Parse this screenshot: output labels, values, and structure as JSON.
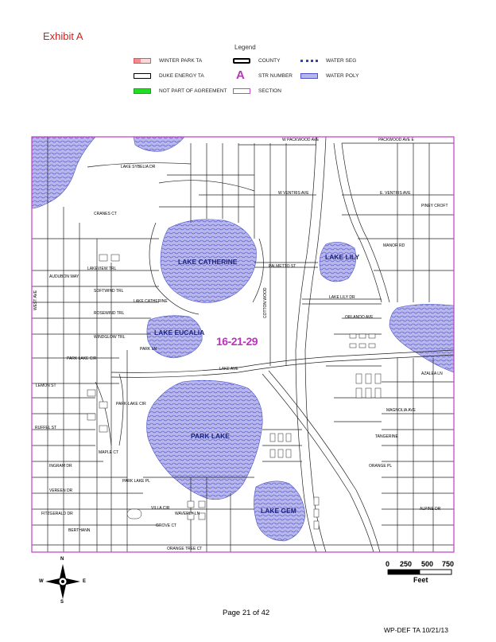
{
  "header": {
    "exhibit_title": "Exhibit A",
    "legend_title": "Legend"
  },
  "legend": {
    "items": [
      {
        "label": "WINTER PARK TA",
        "color": "#f28c8c"
      },
      {
        "label": "DUKE ENERGY TA",
        "color": "#ffffff"
      },
      {
        "label": "NOT PART OF AGREEMENT",
        "color": "#22dd22"
      },
      {
        "label": "COUNTY",
        "color": "#ffffff"
      },
      {
        "label": "STR NUMBER",
        "symbol": "A",
        "color": "#bb33bb"
      },
      {
        "label": "SECTION",
        "color": "#cc44cc"
      },
      {
        "label": "WATER SEG",
        "color": "#3344bb"
      },
      {
        "label": "WATER POLY",
        "color": "#b9b6ec"
      }
    ]
  },
  "map": {
    "colors": {
      "water": "#b9b6ec",
      "water_wave": "#4a55c9",
      "section_border": "#c23cc4",
      "street": "#222222",
      "str_number": "#bb33bb"
    },
    "section_label": "16-21-29",
    "lakes": [
      "LAKE CATHERINE",
      "LAKE EUCALIA",
      "LAKE LILY",
      "PARK LAKE",
      "LAKE GEM"
    ],
    "streets": [
      "PACKWOOD AVE E",
      "W PACKWOOD AVE",
      "LAKE SYBELIA DR",
      "W VENTRIS AVE",
      "E. VENTRIS AVE",
      "PINEY CROFT",
      "CRANES CT",
      "MANOR RD",
      "AUDUBON WAY",
      "LAKEVIEW TRL",
      "SOFTWIND TRL",
      "ROSEWIND TRL",
      "LAKE CATHERINE",
      "PALMETTO ST",
      "LAKE LILY DR",
      "WINDGLOW TRL",
      "PARK LN",
      "ORLANDO AVE",
      "PARK LAKE CIR",
      "LAKE AVE",
      "LEMON ST",
      "AZALEA LN",
      "PARK-LAKE CIR",
      "MAGNOLIA AVE",
      "RUFFEL ST",
      "MAPLE CT",
      "TANGERINE",
      "INGRAM DR",
      "PARK LAKE PL",
      "ORANGE PL",
      "VEREEN DR",
      "VILLA CIR",
      "WAVERLY LN",
      "ALPINE DR",
      "FITZGERALD DR",
      "GROVE CT",
      "BERTHANN",
      "ORANGE TREE CT",
      "WEST AVE",
      "COTTON WOOD"
    ]
  },
  "compass": {
    "n": "N",
    "s": "S",
    "e": "E",
    "w": "W"
  },
  "scale": {
    "ticks": [
      "0",
      "250",
      "500",
      "750"
    ],
    "unit": "Feet"
  },
  "footer": {
    "page": "Page 21 of 42",
    "doc_ref": "WP-DEF TA 10/21/13"
  }
}
